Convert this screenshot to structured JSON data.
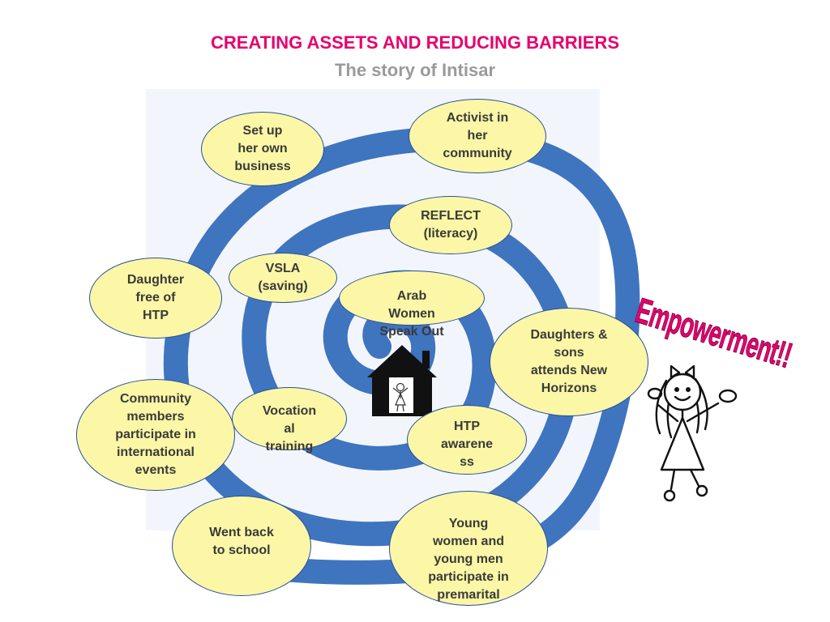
{
  "header": {
    "title": "CREATING ASSETS AND REDUCING BARRIERS",
    "subtitle": "The story of Intisar"
  },
  "colors": {
    "title": "#e6006e",
    "subtitle": "#9a9a9a",
    "spiral": "#3f74bf",
    "bubble_fill": "#fbf7a6",
    "bubble_border": "#2a4f9c",
    "empowerment": "#e6006e"
  },
  "bubbles": {
    "business": "Set up\nher own\nbusiness",
    "activist": "Activist in\nher\ncommunity",
    "reflect": "REFLECT\n(literacy)",
    "vsla": "VSLA\n(saving)",
    "arab_women": "Arab\nWomen\nSpeak Out",
    "daughter_htp": "Daughter\nfree of\nHTP",
    "new_horizons": "Daughters &\nsons\nattends New\nHorizons",
    "community_events": "Community\nmembers\nparticipate in\ninternational\nevents",
    "vocational": "Vocation\nal\ntraining",
    "htp_awareness": "HTP\nawarene\nss",
    "school": "Went back\nto school",
    "premarital": "Young\nwomen and\nyoung men\nparticipate in\npremarital"
  },
  "annotation": {
    "empowerment": "Empowerment!!"
  },
  "icons": {
    "house": "house-icon",
    "girl": "stick-girl-icon"
  }
}
